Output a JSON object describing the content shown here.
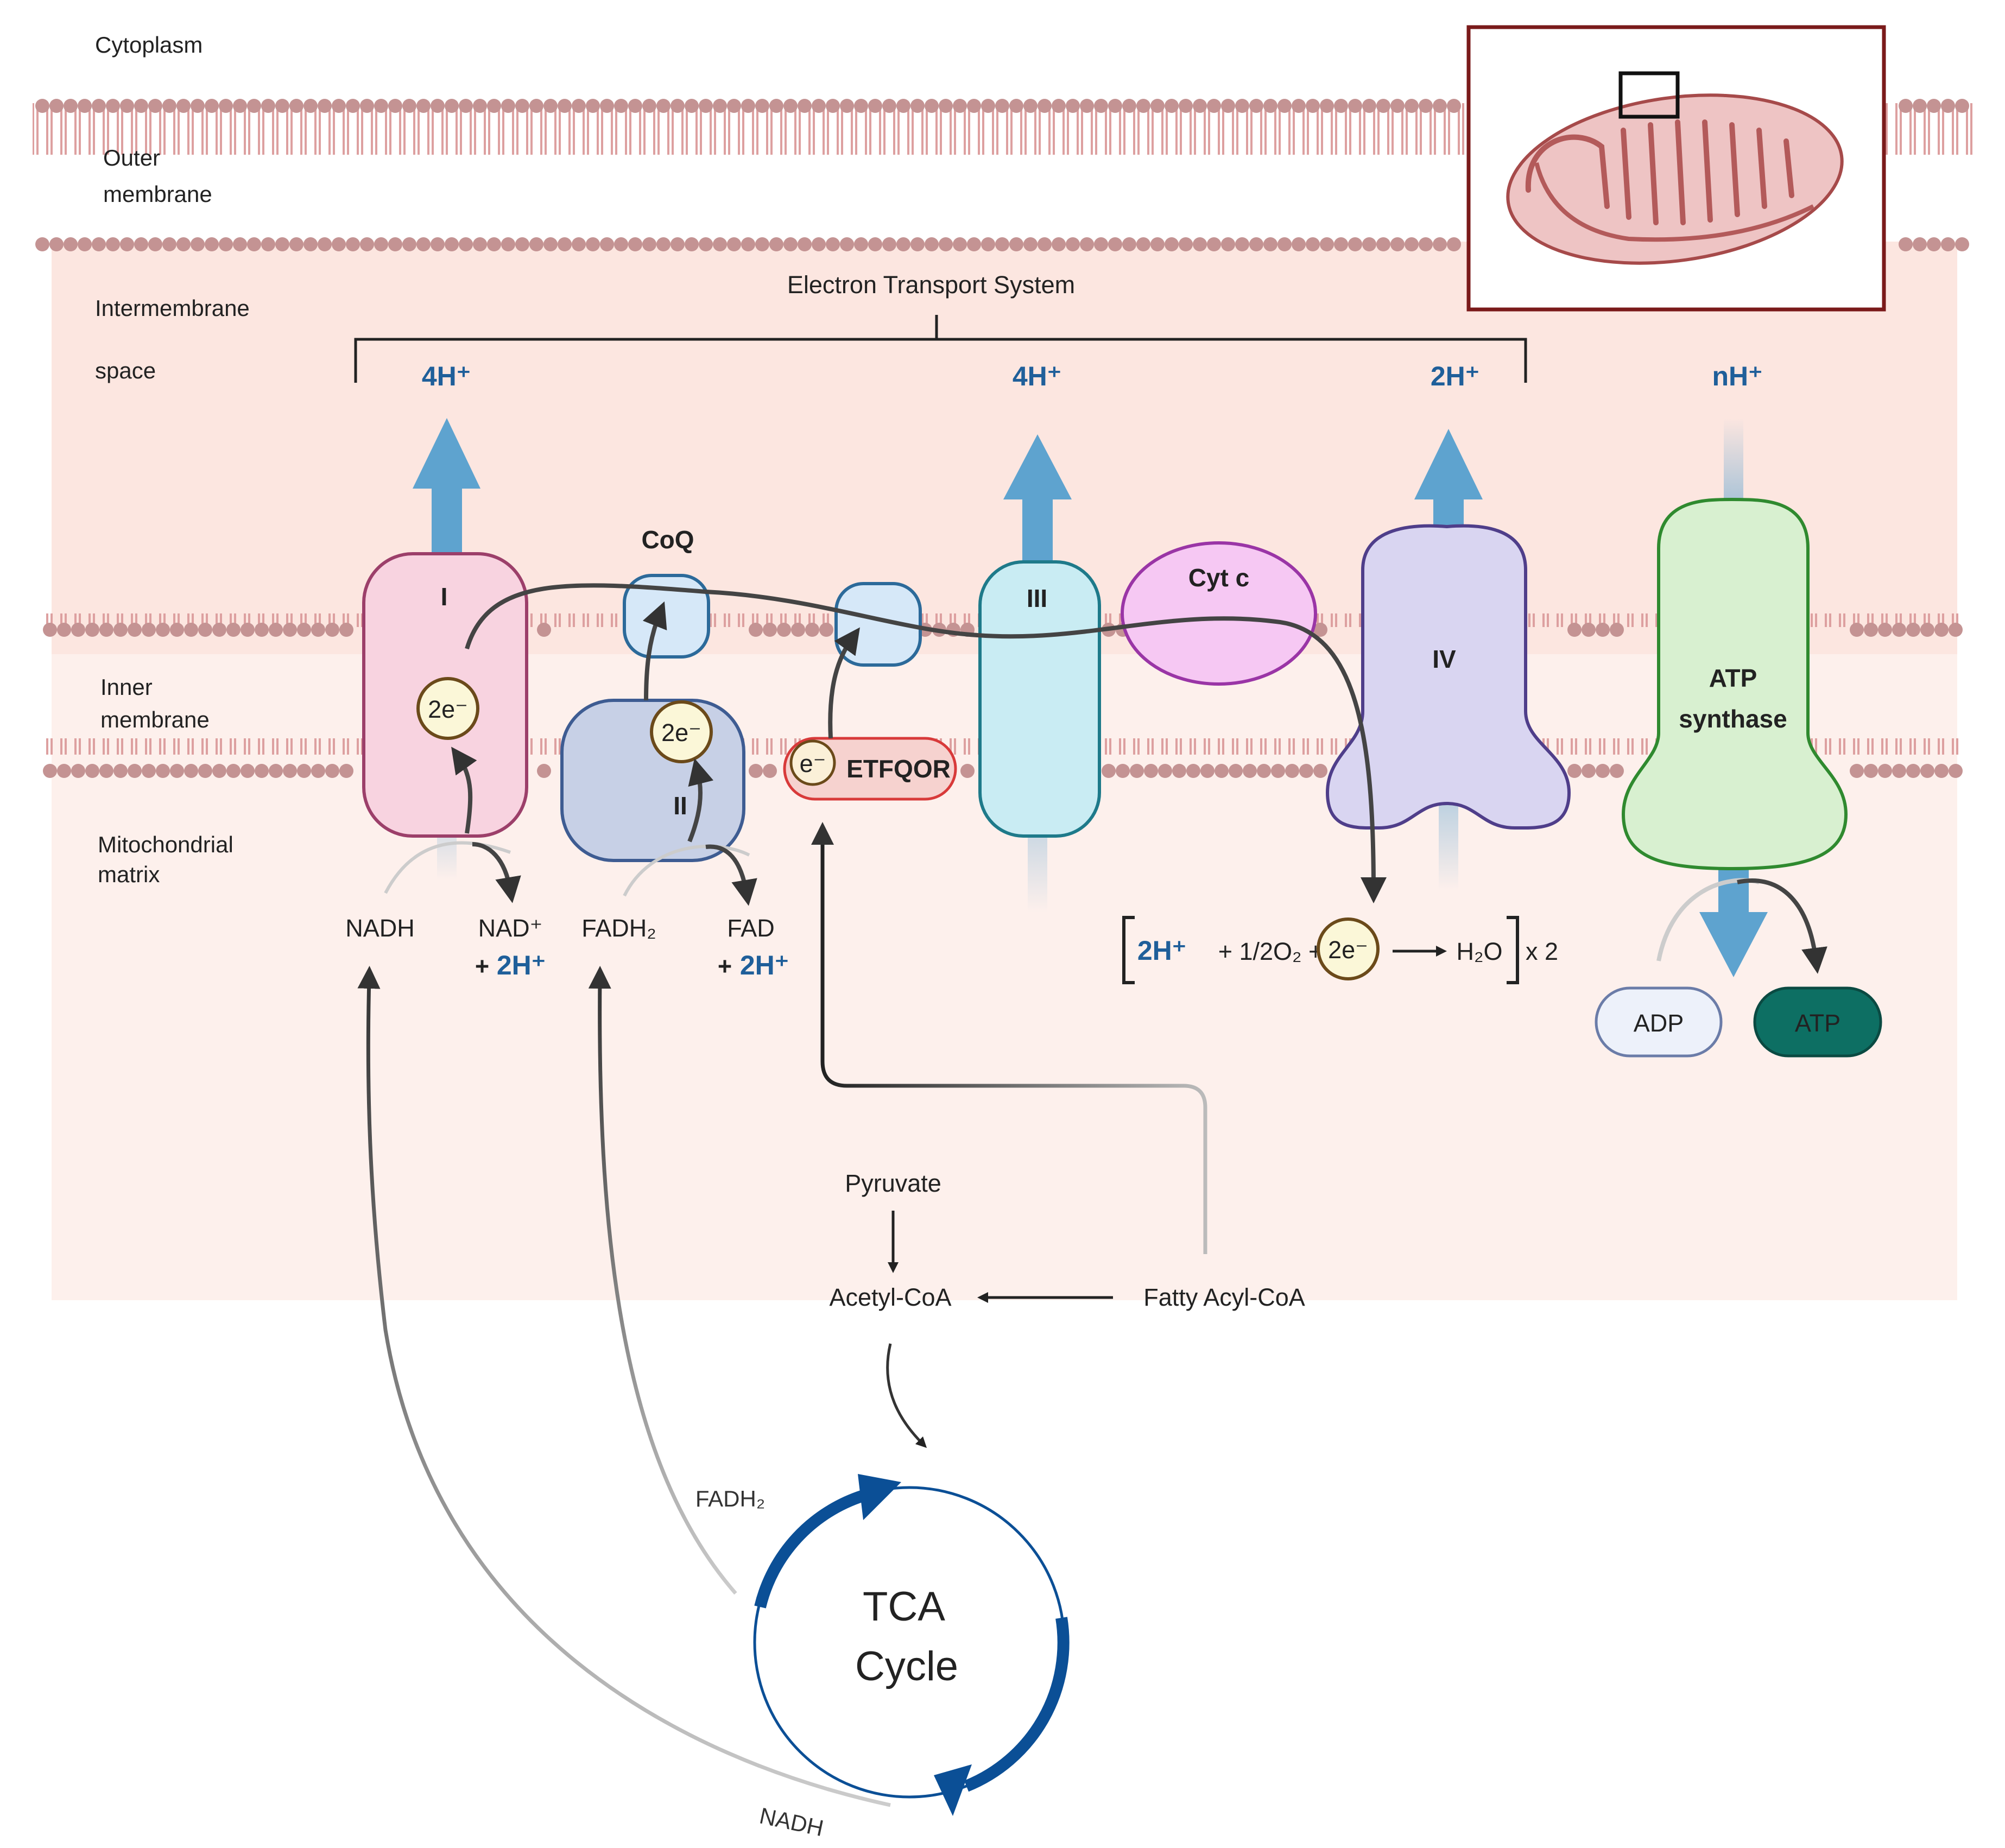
{
  "regions": {
    "cytoplasm": "Cytoplasm",
    "outer_1": "Outer",
    "outer_2": "membrane",
    "ims_1": "Intermembrane",
    "ims_2": "space",
    "inner_1": "Inner",
    "inner_2": "membrane",
    "matrix_1": "Mitochondrial",
    "matrix_2": "matrix"
  },
  "system_label": "Electron Transport System",
  "protons": {
    "c1": "4H⁺",
    "c3": "4H⁺",
    "c4": "2H⁺",
    "atp": "nH⁺"
  },
  "complexes": {
    "c1": "I",
    "c2": "II",
    "c3": "III",
    "c4": "IV",
    "coq": "CoQ",
    "cytc": "Cyt c",
    "etfqor": "ETFQOR",
    "atp_1": "ATP",
    "atp_2": "synthase"
  },
  "electrons": {
    "two_e": "2e⁻",
    "one_e": "e⁻"
  },
  "substrates": {
    "nadh": "NADH",
    "nad_1": "NAD⁺",
    "nad_2_plus": "+",
    "nad_2_h": "2H⁺",
    "fadh2": "FADH₂",
    "fad_1": "FAD",
    "fad_2_plus": "+",
    "fad_2_h": "2H⁺"
  },
  "water": {
    "h": "2H⁺",
    "mid": "+ 1/2O₂ +",
    "e": "2e⁻",
    "product": "H₂O",
    "mult": "x 2"
  },
  "atp_labels": {
    "adp": "ADP",
    "atp": "ATP"
  },
  "pathway": {
    "pyruvate": "Pyruvate",
    "acetyl": "Acetyl-CoA",
    "fatty": "Fatty Acyl-CoA",
    "fadh2": "FADH₂",
    "nadh": "NADH",
    "tca_1": "TCA",
    "tca_2": "Cycle"
  },
  "colors": {
    "membrane_head": "#c49393",
    "membrane_tail": "#dda0a0",
    "ims_bg": "#fce9e4",
    "proton_blue": "#1f5f9a",
    "arrow_blue": "#5ea3cf",
    "tca_blue": "#0b4f96",
    "complex_I": "#f8d3e0",
    "complex_II": "#c7d0e6",
    "complex_III": "#c9ecf3",
    "complex_IV": "#d9d5f1",
    "cyt_c": "#f6c8f3",
    "atp_synthase": "#d8f0d0",
    "etfqor": "#f6d2cf",
    "atp_badge": "#0d6f63"
  }
}
